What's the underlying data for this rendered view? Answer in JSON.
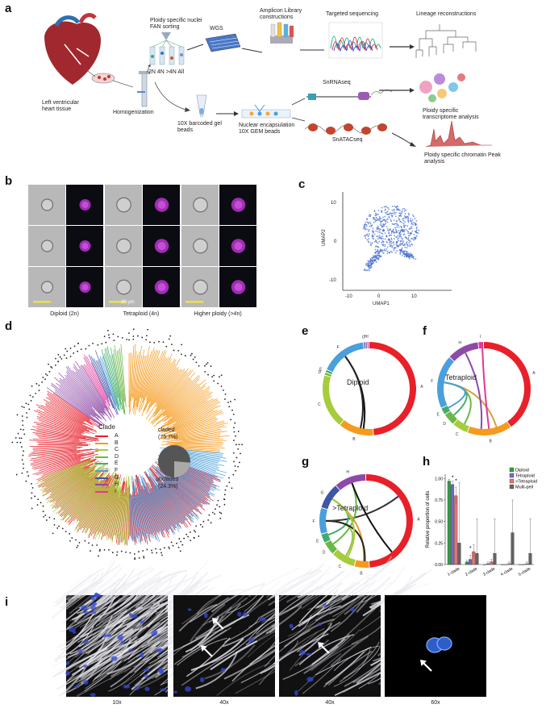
{
  "panels": {
    "a": {
      "label": "a",
      "tissue_label": "Left ventricular heart tissue",
      "homogenization": "Homogenization",
      "fan_sorting": "Ploidy specific nuclei FAN sorting",
      "ploidy_groups": "2N 4N >4N All",
      "wgs": "WGS",
      "amplicon": "Amplicon Library constructions",
      "targeted_seq": "Targeted sequencing",
      "lineage": "Lineage reconstructions",
      "gel_beads": "10X barcoded gel beads",
      "encapsulation": "Nuclear encapsulation 10X GEM beads",
      "snrnaseq": "SnRNAseq",
      "snatacseq": "SnATACseq",
      "transcriptome": "Ploidy specific transcriptome analysis",
      "chromatin": "Ploidy specific chromatin Peak analysis"
    },
    "b": {
      "label": "b",
      "scale": "20 μm",
      "columns": [
        "Diploid (2n)",
        "Tetraploid (4n)",
        "Higher ploidy (>4n)"
      ]
    },
    "c": {
      "label": "c",
      "xlabel": "UMAP1",
      "ylabel": "UMAP2",
      "xticks": [
        "-10",
        "0",
        "10"
      ],
      "yticks": [
        "10",
        "0",
        "-10"
      ]
    },
    "d": {
      "label": "d",
      "legend_title": "Clade",
      "clades": [
        "A",
        "B",
        "C",
        "D",
        "E",
        "F",
        "G",
        "H",
        "I"
      ],
      "cladded": "claded",
      "cladded_pct": "(75.7%)",
      "uncladed": "uncladed",
      "uncladed_pct": "(24.3%)"
    },
    "e": {
      "label": "e",
      "title": "Diploid",
      "seg_labels": [
        "A",
        "B",
        "C",
        "D",
        "E",
        "F",
        "G",
        "H",
        "I"
      ]
    },
    "f": {
      "label": "f",
      "title": "Tetraploid",
      "seg_labels": [
        "A",
        "B",
        "C",
        "D",
        "E",
        "F",
        "H",
        "I"
      ]
    },
    "g": {
      "label": "g",
      "title": ">Tetraploid",
      "seg_labels": [
        "A",
        "B",
        "C",
        "D",
        "E",
        "F",
        "G",
        "H"
      ]
    },
    "h": {
      "label": "h"
    },
    "i": {
      "label": "i",
      "magnifications": [
        "10x",
        "40x",
        "40x",
        "60x"
      ]
    }
  },
  "colors": {
    "A": "#e8202a",
    "B": "#f59a1c",
    "C": "#a5cc3a",
    "D": "#6ab845",
    "E": "#3fae6a",
    "F": "#4a9fdc",
    "G": "#3d57a8",
    "H": "#8e4aa8",
    "I": "#e0379b"
  },
  "chart_data": {
    "type": "bar",
    "categories": [
      "1-clade",
      "2-clade",
      "3-clade",
      "4-clade",
      "5-clade"
    ],
    "ylabel": "Relative proportion of cells",
    "ylim": [
      0,
      1.05
    ],
    "yticks": [
      "0.00",
      "0.25",
      "0.50",
      "0.75",
      "1.00"
    ],
    "legend_position": "top-right",
    "series": [
      {
        "name": "Diploid",
        "color": "#2ea043",
        "values": [
          0.97,
          0.03,
          0.0,
          0.0,
          0.0
        ],
        "err": [
          0.02,
          0.02,
          0.0,
          0.0,
          0.0
        ]
      },
      {
        "name": "Tetraploid",
        "color": "#7b68c8",
        "values": [
          0.93,
          0.06,
          0.01,
          0.0,
          0.0
        ],
        "err": [
          0.04,
          0.05,
          0.02,
          0.0,
          0.0
        ]
      },
      {
        "name": ">Tetraploid",
        "color": "#e57373",
        "values": [
          0.8,
          0.15,
          0.03,
          0.01,
          0.01
        ],
        "err": [
          0.1,
          0.08,
          0.03,
          0.02,
          0.02
        ]
      },
      {
        "name": "Multi-pell",
        "color": "#666666",
        "values": [
          0.25,
          0.13,
          0.13,
          0.37,
          0.13
        ],
        "err": [
          0.7,
          0.4,
          0.4,
          0.38,
          0.4
        ]
      }
    ],
    "annotations": [
      "*",
      "*",
      "*"
    ]
  }
}
